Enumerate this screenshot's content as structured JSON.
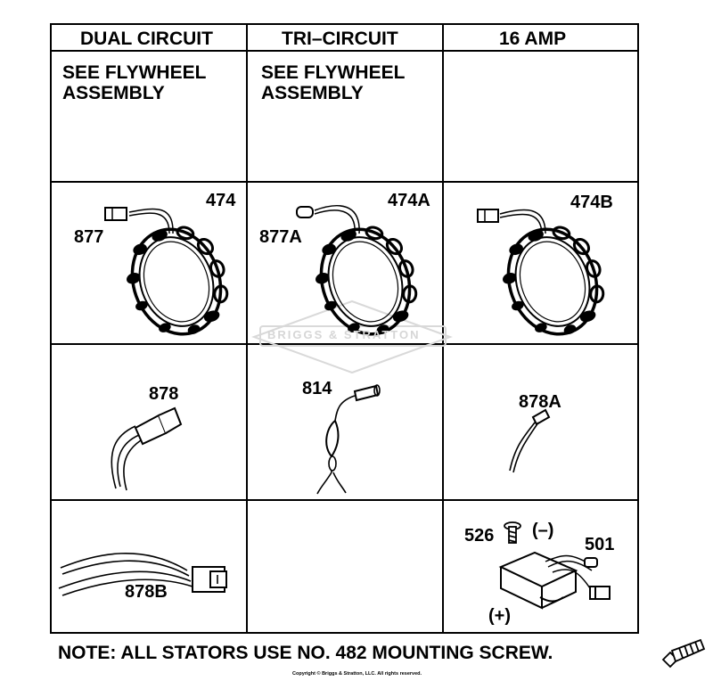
{
  "headers": [
    "DUAL CIRCUIT",
    "TRI–CIRCUIT",
    "16 AMP"
  ],
  "assembly_notes": {
    "dual_circuit": "SEE FLYWHEEL ASSEMBLY",
    "tri_circuit": "SEE FLYWHEEL ASSEMBLY",
    "sixteen_amp": ""
  },
  "stators": [
    {
      "part": "474",
      "connector": "877"
    },
    {
      "part": "474A",
      "connector": "877A"
    },
    {
      "part": "474B",
      "connector": ""
    }
  ],
  "harnesses": [
    "878",
    "814",
    "878A"
  ],
  "bottom_parts": {
    "harness": "878B",
    "regulator": "501",
    "screw": "526",
    "negative": "(–)",
    "positive": "(+)"
  },
  "watermark": "BRIGGS & STRATTON",
  "footnote": "NOTE: ALL STATORS USE NO. 482 MOUNTING SCREW.",
  "copyright": "Copyright © Briggs & Stratton, LLC. All rights reserved.",
  "icons": [
    "stator-coil-icon",
    "wire-harness-icon",
    "rectifier-regulator-icon",
    "mounting-screw-icon"
  ]
}
